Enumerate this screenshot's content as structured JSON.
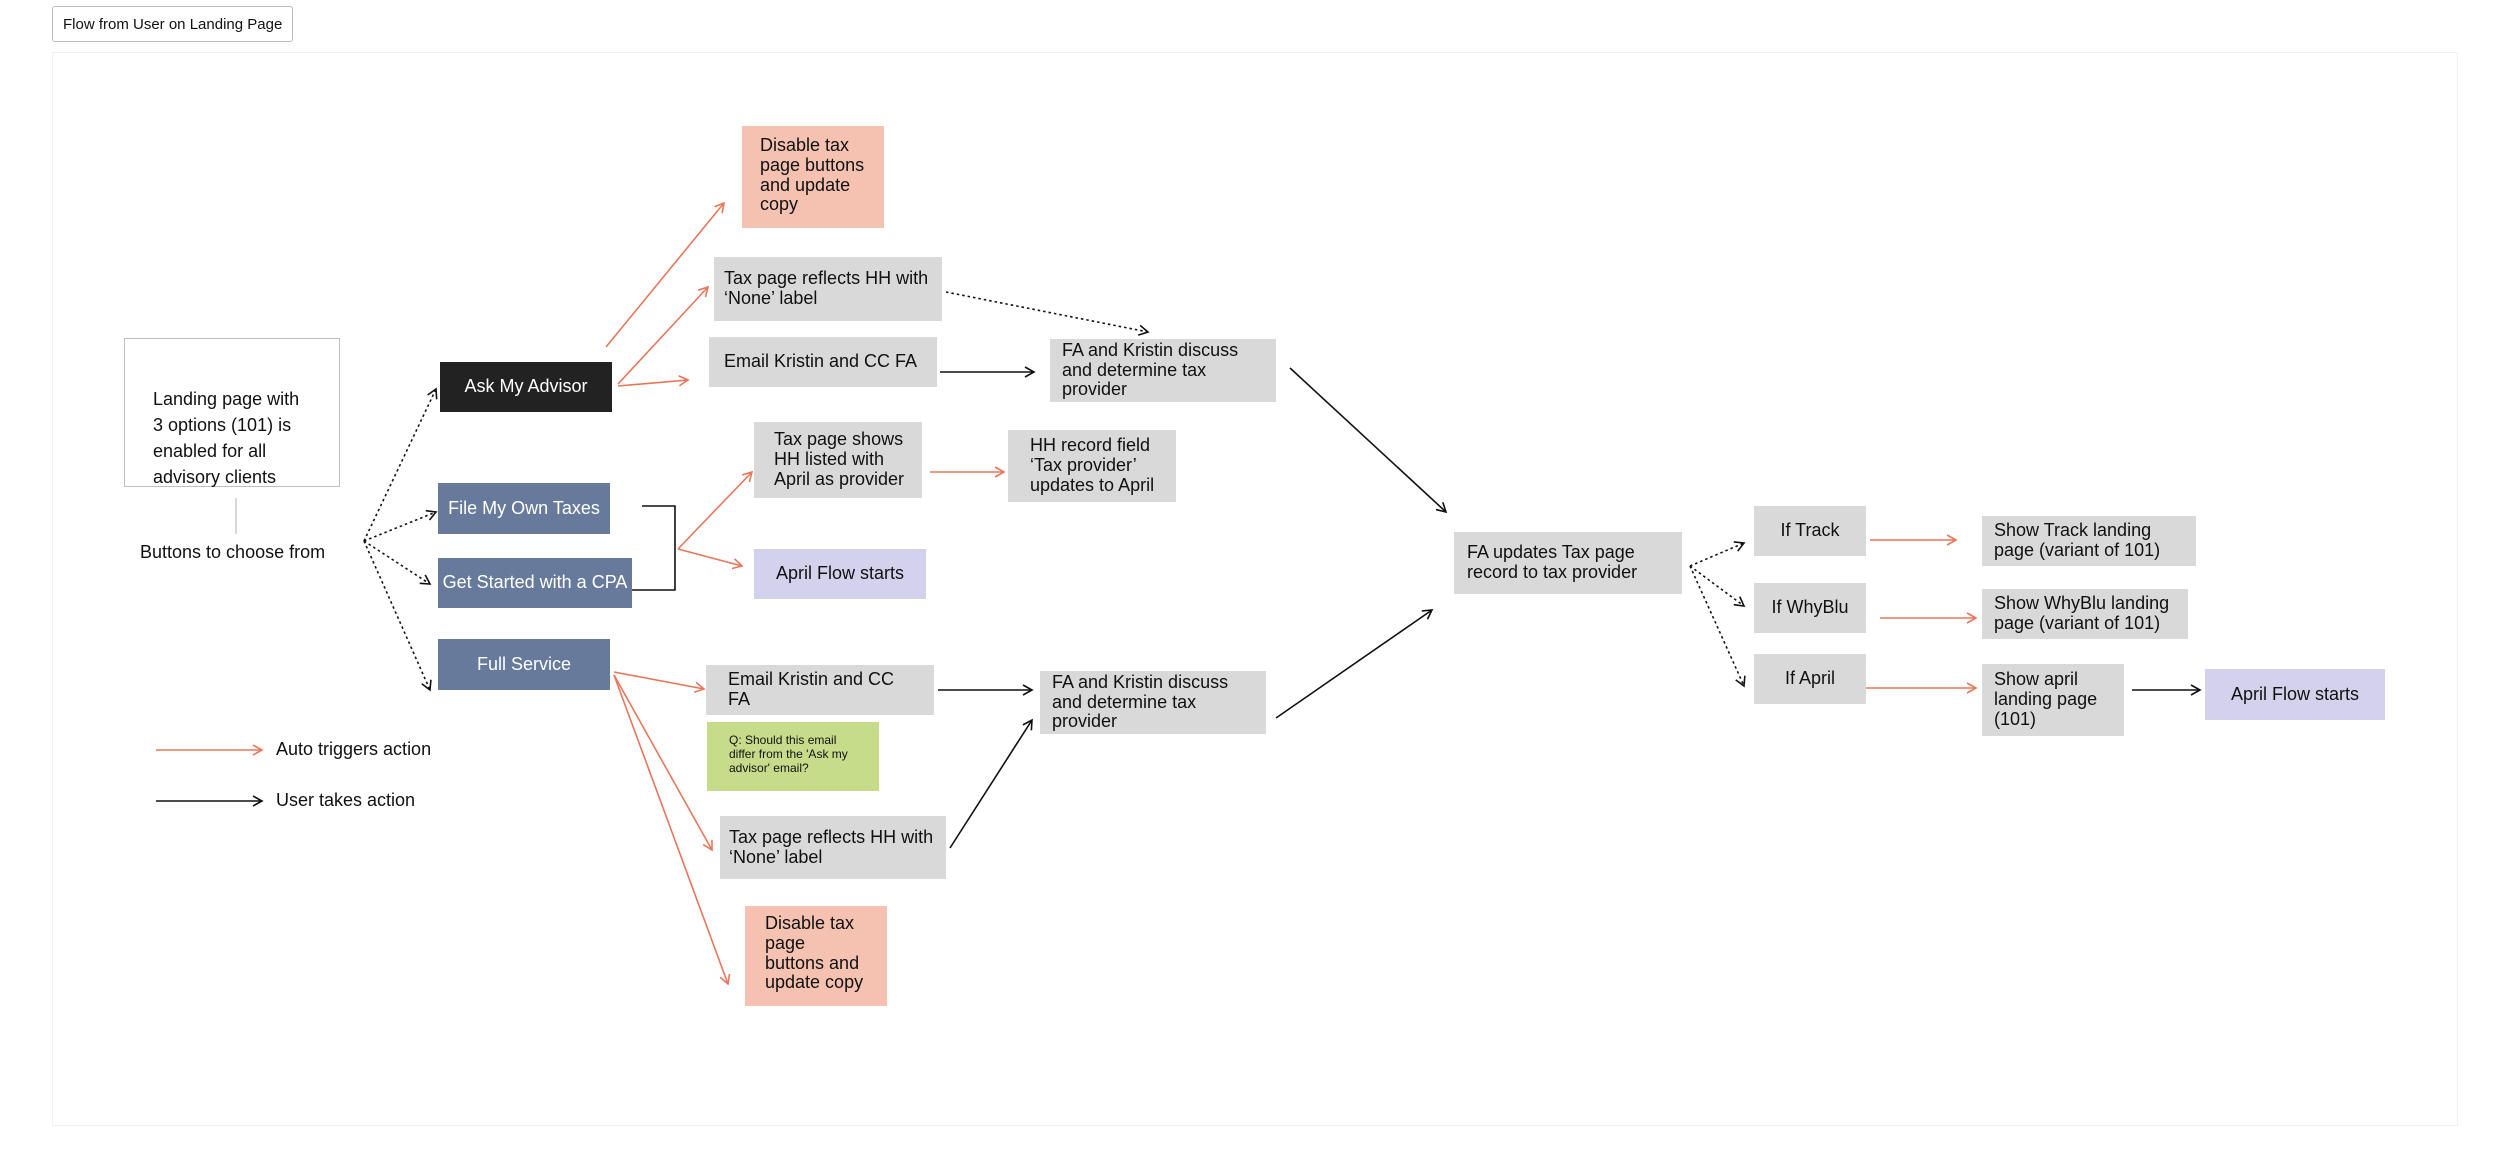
{
  "canvas": {
    "title": "Flow from User on Landing Page"
  },
  "start": {
    "landing": "Landing page with 3 options (101) is enabled for all advisory clients",
    "buttons_caption": "Buttons to choose from"
  },
  "buttons": {
    "ask_advisor": "Ask My Advisor",
    "file_own": "File My Own Taxes",
    "cpa": "Get Started with a CPA",
    "full_service": "Full Service"
  },
  "advisor_branch": {
    "disable": "Disable tax page buttons and update copy",
    "none_label": "Tax page reflects HH with ‘None’ label",
    "email": "Email Kristin and CC FA",
    "discuss": "FA and Kristin discuss and determine tax provider"
  },
  "self_branch": {
    "shows_april": "Tax page shows HH listed with April as provider",
    "field_update": "HH record field ‘Tax provider’ updates to April",
    "april_flow": "April Flow starts"
  },
  "full_branch": {
    "email": "Email Kristin and CC FA",
    "question": "Q: Should this email differ from the 'Ask my advisor' email?",
    "none_label": "Tax page reflects HH with ‘None’ label",
    "disable": "Disable tax page buttons and update copy",
    "discuss": "FA and Kristin discuss and determine tax provider"
  },
  "provider": {
    "update": "FA updates Tax page record to tax provider",
    "if_track": "If Track",
    "if_whyblu": "If WhyBlu",
    "if_april": "If April",
    "show_track": "Show Track landing page (variant of 101)",
    "show_whyblu": "Show WhyBlu landing page (variant of 101)",
    "show_april": "Show april landing page (101)",
    "april_flow": "April Flow starts"
  },
  "legend": {
    "auto": "Auto triggers action",
    "user": "User takes action"
  },
  "colors": {
    "auto_arrow": "#e8765a",
    "user_arrow": "#111111",
    "grey_box": "#d9d9d9",
    "salmon_box": "#f5c2b1",
    "lavender_box": "#d3d1eb",
    "green_box": "#c6dc8a",
    "navy_button": "#677a9c",
    "black_button": "#222222"
  }
}
